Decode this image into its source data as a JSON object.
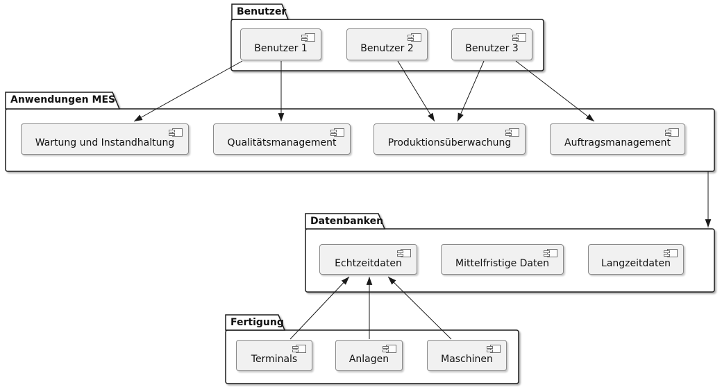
{
  "diagram": {
    "type": "uml-component-diagram",
    "packages": [
      {
        "id": "benutzer",
        "label": "Benutzer",
        "components": [
          {
            "label": "Benutzer 1"
          },
          {
            "label": "Benutzer 2"
          },
          {
            "label": "Benutzer 3"
          }
        ]
      },
      {
        "id": "anwendungen-mes",
        "label": "Anwendungen MES",
        "components": [
          {
            "label": "Wartung und Instandhaltung"
          },
          {
            "label": "Qualitätsmanagement"
          },
          {
            "label": "Produktionsüberwachung"
          },
          {
            "label": "Auftragsmanagement"
          }
        ]
      },
      {
        "id": "datenbanken",
        "label": "Datenbanken",
        "components": [
          {
            "label": "Echtzeitdaten"
          },
          {
            "label": "Mittelfristige Daten"
          },
          {
            "label": "Langzeitdaten"
          }
        ]
      },
      {
        "id": "fertigung",
        "label": "Fertigung",
        "components": [
          {
            "label": "Terminals"
          },
          {
            "label": "Anlagen"
          },
          {
            "label": "Maschinen"
          }
        ]
      }
    ],
    "edges": [
      {
        "from": "Benutzer 1",
        "to": "Wartung und Instandhaltung"
      },
      {
        "from": "Benutzer 1",
        "to": "Qualitätsmanagement"
      },
      {
        "from": "Benutzer 2",
        "to": "Produktionsüberwachung"
      },
      {
        "from": "Benutzer 3",
        "to": "Produktionsüberwachung"
      },
      {
        "from": "Benutzer 3",
        "to": "Auftragsmanagement"
      },
      {
        "from": "Auftragsmanagement",
        "to": "Datenbanken"
      },
      {
        "from": "Terminals",
        "to": "Echtzeitdaten"
      },
      {
        "from": "Anlagen",
        "to": "Echtzeitdaten"
      },
      {
        "from": "Maschinen",
        "to": "Echtzeitdaten"
      }
    ],
    "colors": {
      "background": "#ffffff",
      "package_border": "#1a1a1a",
      "component_fill": "#f1f1f1",
      "component_border": "#8a8a8a",
      "line": "#1a1a1a",
      "text": "#121212"
    }
  }
}
